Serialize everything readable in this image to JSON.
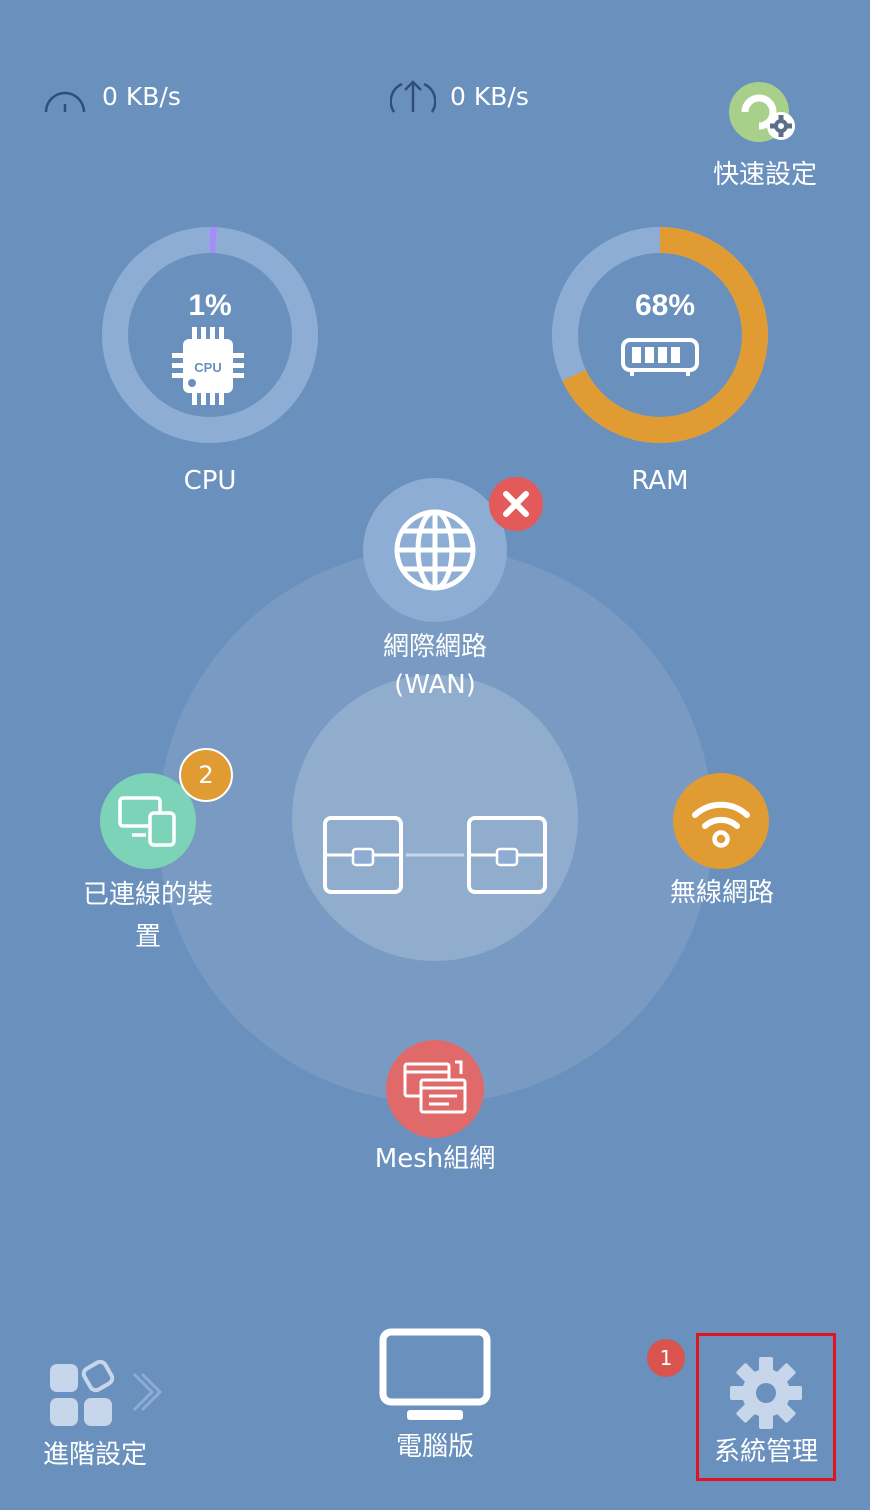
{
  "header": {
    "download_speed": "0 KB/s",
    "upload_speed": "0 KB/s",
    "quick_setup_label": "快速設定"
  },
  "gauges": {
    "cpu": {
      "label": "CPU",
      "value_text": "1%",
      "chip_text": "CPU",
      "fraction": 0.01,
      "color": "#a78bfa"
    },
    "ram": {
      "label": "RAM",
      "value_text": "68%",
      "fraction": 0.68,
      "color": "#e19b33"
    }
  },
  "network": {
    "wan_label_line1": "網際網路",
    "wan_label_line2": "(WAN)",
    "wan_status": "error",
    "devices_label_line1": "已連線的裝",
    "devices_label_line2": "置",
    "devices_count": "2",
    "wireless_label": "無線網路",
    "mesh_label": "Mesh組網"
  },
  "colors": {
    "background": "#6a90bd",
    "devices": "#7dd3b8",
    "wireless": "#e19b33",
    "mesh": "#e06a6a",
    "error": "#e35a5a",
    "badge_orange": "#e19b33",
    "badge_red": "#d9534f"
  },
  "bottom_nav": {
    "advanced_label": "進階設定",
    "desktop_label": "電腦版",
    "system_label": "系統管理",
    "system_badge": "1"
  }
}
